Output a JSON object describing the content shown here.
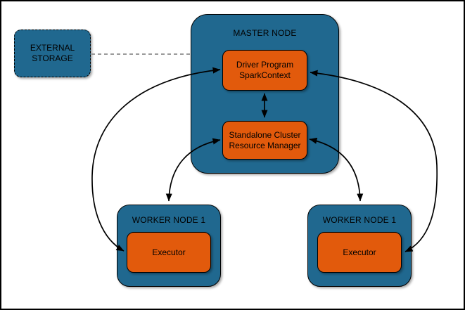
{
  "colors": {
    "node_fill": "#20688F",
    "component_fill": "#E25A0C",
    "connector": "#000000",
    "dashed_connector": "#8C8C8C",
    "background": "#FFFFFF"
  },
  "nodes": {
    "external_storage": {
      "line1": "EXTERNAL",
      "line2": "STORAGE"
    },
    "master": {
      "title": "MASTER NODE"
    },
    "driver": {
      "line1": "Driver Program",
      "line2": "SparkContext"
    },
    "resource_manager": {
      "line1": "Standalone Cluster",
      "line2": "Resource Manager"
    },
    "worker_left": {
      "title": "WORKER NODE 1"
    },
    "worker_right": {
      "title": "WORKER NODE 1"
    },
    "executor_left": {
      "label": "Executor"
    },
    "executor_right": {
      "label": "Executor"
    }
  },
  "edges": [
    {
      "from": "external_storage",
      "to": "master",
      "style": "dashed",
      "arrows": "none"
    },
    {
      "from": "driver",
      "to": "resource_manager",
      "style": "solid",
      "arrows": "both"
    },
    {
      "from": "driver",
      "to": "executor_left",
      "style": "solid",
      "arrows": "both"
    },
    {
      "from": "driver",
      "to": "executor_right",
      "style": "solid",
      "arrows": "both"
    },
    {
      "from": "resource_manager",
      "to": "worker_left",
      "style": "solid",
      "arrows": "both"
    },
    {
      "from": "resource_manager",
      "to": "worker_right",
      "style": "solid",
      "arrows": "both"
    }
  ]
}
